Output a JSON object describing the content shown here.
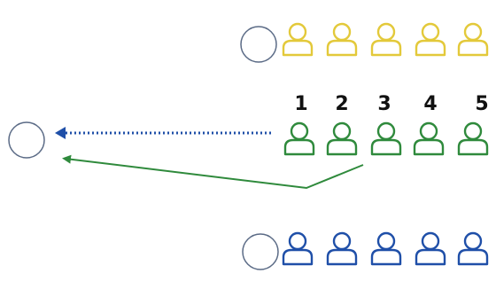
{
  "colors": {
    "yellow": "#e3c93a",
    "green": "#2f8a3c",
    "blue": "#1f4fa8",
    "circle": "#5b6b86",
    "dots": "#1f4fa8",
    "arrow": "#2f8a3c"
  },
  "rows": [
    {
      "name": "yellow",
      "color_key": "yellow",
      "icon": "person-icon",
      "count": 5
    },
    {
      "name": "green",
      "color_key": "green",
      "icon": "person-icon",
      "count": 5,
      "numbers": [
        "1",
        "2",
        "3",
        "4",
        "5"
      ]
    },
    {
      "name": "blue",
      "color_key": "blue",
      "icon": "person-icon",
      "count": 5
    }
  ]
}
